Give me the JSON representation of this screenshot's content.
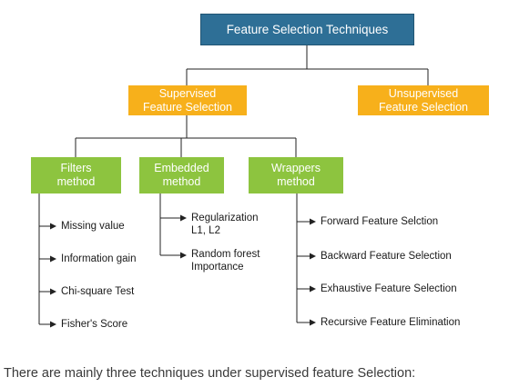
{
  "root": {
    "label": "Feature Selection Techniques"
  },
  "supervised": {
    "label": "Supervised\nFeature Selection"
  },
  "unsupervised": {
    "label": "Unsupervised\nFeature Selection"
  },
  "filters": {
    "label": "Filters\nmethod",
    "items": [
      "Missing value",
      "Information gain",
      "Chi-square Test",
      "Fisher's Score"
    ]
  },
  "embedded": {
    "label": "Embedded\nmethod",
    "items": [
      "Regularization\nL1, L2",
      "Random forest\nImportance"
    ]
  },
  "wrappers": {
    "label": "Wrappers\nmethod",
    "items": [
      "Forward Feature Selction",
      "Backward Feature Selection",
      "Exhaustive Feature Selection",
      "Recursive Feature Elimination"
    ]
  },
  "caption": "There are mainly three techniques under supervised feature Selection:",
  "colors": {
    "root": "#2e6f96",
    "supervised_box": "#f7b01b",
    "method_box": "#8dc43f",
    "connector": "#222222"
  }
}
